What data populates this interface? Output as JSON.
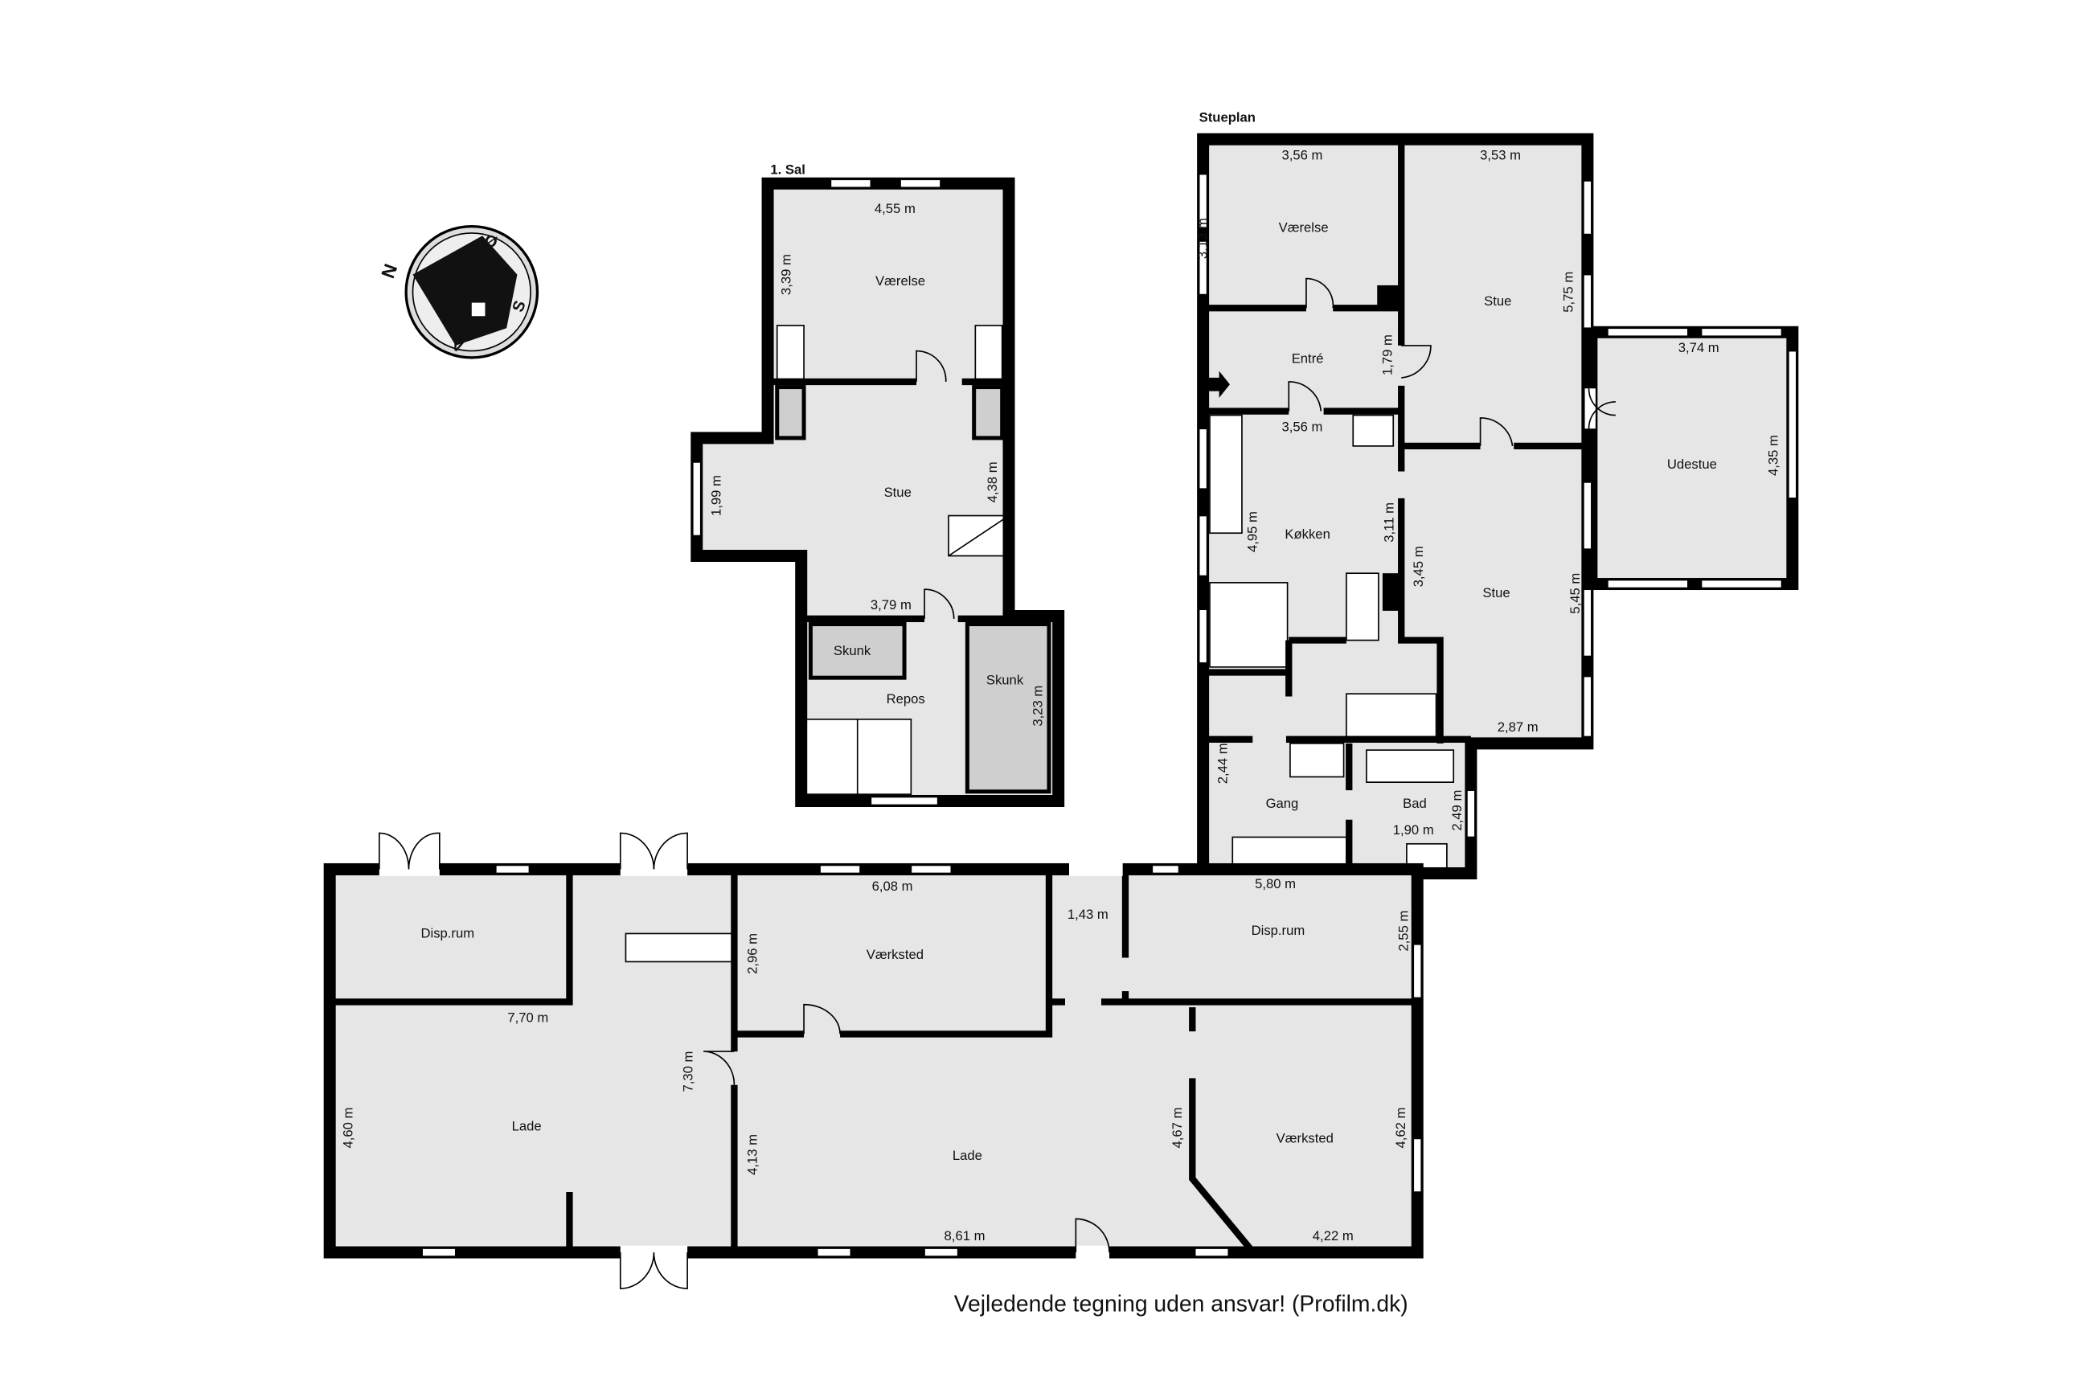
{
  "first_floor": {
    "title": "1. Sal",
    "rooms": [
      "Værelse",
      "Stue",
      "Skunk",
      "Skunk",
      "Repos"
    ],
    "dims": [
      "4,55 m",
      "3,39 m",
      "4,38 m",
      "1,99 m",
      "3,79 m",
      "3,23 m"
    ]
  },
  "ground_floor": {
    "title": "Stueplan",
    "rooms": [
      "Værelse",
      "Stue",
      "Entré",
      "Udestue",
      "Køkken",
      "Stue",
      "Gang",
      "Bad"
    ],
    "dims": [
      "3,56 m",
      "3,53 m",
      "3,13 m",
      "5,75 m",
      "1,79 m",
      "3,56 m",
      "3,74 m",
      "4,35 m",
      "4,95 m",
      "3,11 m",
      "3,45 m",
      "5,45 m",
      "2,87 m",
      "2,44 m",
      "2,49 m",
      "1,90 m"
    ]
  },
  "outbuilding": {
    "rooms": [
      "Disp.rum",
      "Værksted",
      "Disp.rum",
      "Lade",
      "Lade",
      "Værksted"
    ],
    "dims": [
      "7,70 m",
      "2,96 m",
      "6,08 m",
      "1,43 m",
      "5,80 m",
      "2,55 m",
      "7,30 m",
      "4,60 m",
      "4,13 m",
      "4,67 m",
      "4,62 m",
      "8,61 m",
      "4,22 m"
    ]
  },
  "compass": {
    "n": "N",
    "o": "Ø",
    "s": "S",
    "v": "V"
  },
  "footer": "Vejledende tegning uden ansvar! (Profilm.dk)"
}
